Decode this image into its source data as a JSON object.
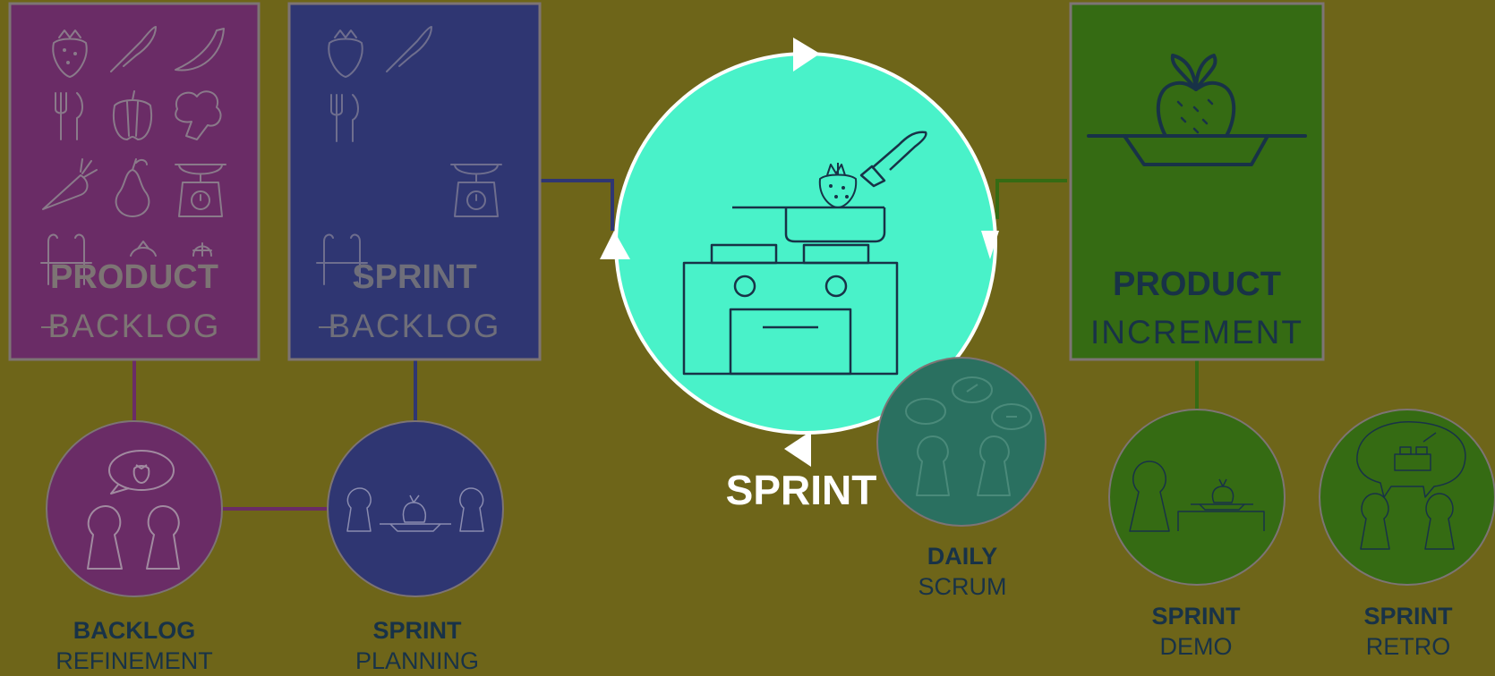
{
  "colors": {
    "background": "#6e6519",
    "product_backlog": "#6a2c66",
    "sprint_backlog": "#2f3672",
    "product_increment": "#356b13",
    "sprint_circle": "#49f2c9",
    "daily_scrum": "#2a7060",
    "label_dark": "#183247"
  },
  "artifacts": {
    "product_backlog": {
      "line1": "PRODUCT",
      "line2": "BACKLOG"
    },
    "sprint_backlog": {
      "line1": "SPRINT",
      "line2": "BACKLOG"
    },
    "product_increment": {
      "line1": "PRODUCT",
      "line2": "INCREMENT"
    }
  },
  "sprint": {
    "title": "SPRINT"
  },
  "events": {
    "backlog_refinement": {
      "line1": "BACKLOG",
      "line2": "REFINEMENT"
    },
    "sprint_planning": {
      "line1": "SPRINT",
      "line2": "PLANNING"
    },
    "daily_scrum": {
      "line1": "DAILY",
      "line2": "SCRUM"
    },
    "sprint_demo": {
      "line1": "SPRINT",
      "line2": "DEMO"
    },
    "sprint_retro": {
      "line1": "SPRINT",
      "line2": "RETRO"
    }
  },
  "icons": [
    "strawberry-icon",
    "knife-icon",
    "banana-icon",
    "fork-knife-icon",
    "pepper-icon",
    "broccoli-icon",
    "carrot-icon",
    "pear-icon",
    "kitchen-scale-icon",
    "apron-icon",
    "stove-icon",
    "pan-icon",
    "spatula-icon",
    "apple-on-plate-icon",
    "people-talking-icon"
  ]
}
